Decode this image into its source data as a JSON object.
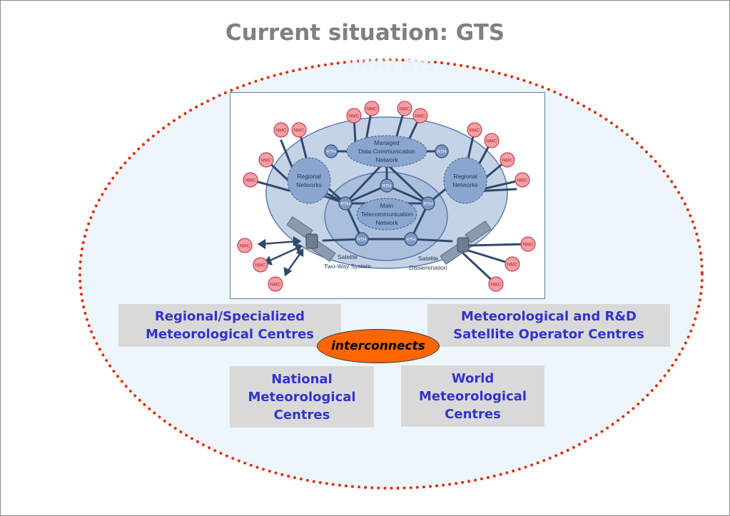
{
  "slide": {
    "title": "Current situation: GTS",
    "subtitle": "WWW GTS"
  },
  "network": {
    "labels": {
      "managed": [
        "Managed",
        "Data Communication",
        "Network"
      ],
      "main": [
        "Main",
        "Telecommunication",
        "Network"
      ],
      "regional_left": [
        "Regional",
        "Networks"
      ],
      "regional_right": [
        "Regional",
        "Networks"
      ],
      "satellite_two_way": [
        "Satelite",
        "Two-Way System"
      ],
      "satellite_dissemination": [
        "Satelite",
        "Dissemination"
      ]
    },
    "node_labels": {
      "nmc": "NMC",
      "rth": "RTH"
    }
  },
  "boxes": {
    "regional_centres": "Regional/Specialized Meteorological Centres",
    "satellite_centres": "Meteorological and R&D Satellite Operator Centres",
    "national_centres": "National Meteorological Centres",
    "world_centres": "World Meteorological Centres",
    "interconnects": "interconnects"
  },
  "colors": {
    "ellipse_fill": "#edf6fc",
    "dots": "#e03010",
    "box_text": "#3333cc",
    "box_fill": "#d9d9d9",
    "oval_fill": "#ff6600"
  }
}
